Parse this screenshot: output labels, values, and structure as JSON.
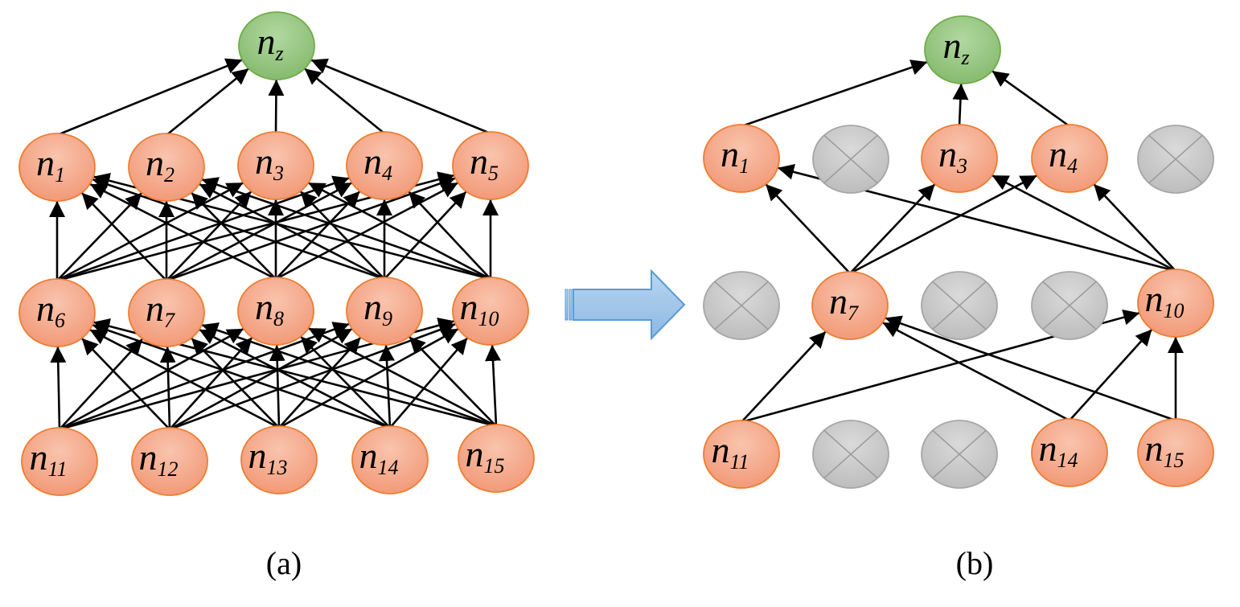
{
  "panel_a": {
    "caption": "(a)",
    "output": {
      "id": "z",
      "label": "n",
      "sub": "z"
    },
    "layer1": [
      {
        "id": "1",
        "label": "n",
        "sub": "1"
      },
      {
        "id": "2",
        "label": "n",
        "sub": "2"
      },
      {
        "id": "3",
        "label": "n",
        "sub": "3"
      },
      {
        "id": "4",
        "label": "n",
        "sub": "4"
      },
      {
        "id": "5",
        "label": "n",
        "sub": "5"
      }
    ],
    "layer2": [
      {
        "id": "6",
        "label": "n",
        "sub": "6"
      },
      {
        "id": "7",
        "label": "n",
        "sub": "7"
      },
      {
        "id": "8",
        "label": "n",
        "sub": "8"
      },
      {
        "id": "9",
        "label": "n",
        "sub": "9"
      },
      {
        "id": "10",
        "label": "n",
        "sub": "10"
      }
    ],
    "layer3": [
      {
        "id": "11",
        "label": "n",
        "sub": "11"
      },
      {
        "id": "12",
        "label": "n",
        "sub": "12"
      },
      {
        "id": "13",
        "label": "n",
        "sub": "13"
      },
      {
        "id": "14",
        "label": "n",
        "sub": "14"
      },
      {
        "id": "15",
        "label": "n",
        "sub": "15"
      }
    ],
    "connectivity": "fully-connected"
  },
  "panel_b": {
    "caption": "(b)",
    "output": {
      "id": "z",
      "label": "n",
      "sub": "z"
    },
    "layer1": [
      {
        "id": "1",
        "label": "n",
        "sub": "1",
        "dropped": false
      },
      {
        "id": "2",
        "dropped": true
      },
      {
        "id": "3",
        "label": "n",
        "sub": "3",
        "dropped": false
      },
      {
        "id": "4",
        "label": "n",
        "sub": "4",
        "dropped": false
      },
      {
        "id": "5",
        "dropped": true
      }
    ],
    "layer2": [
      {
        "id": "6",
        "dropped": true
      },
      {
        "id": "7",
        "label": "n",
        "sub": "7",
        "dropped": false
      },
      {
        "id": "8",
        "dropped": true
      },
      {
        "id": "9",
        "dropped": true
      },
      {
        "id": "10",
        "label": "n",
        "sub": "10",
        "dropped": false
      }
    ],
    "layer3": [
      {
        "id": "11",
        "label": "n",
        "sub": "11",
        "dropped": false
      },
      {
        "id": "12",
        "dropped": true
      },
      {
        "id": "13",
        "dropped": true
      },
      {
        "id": "14",
        "label": "n",
        "sub": "14",
        "dropped": false
      },
      {
        "id": "15",
        "label": "n",
        "sub": "15",
        "dropped": false
      }
    ],
    "edges": [
      [
        "1",
        "z"
      ],
      [
        "3",
        "z"
      ],
      [
        "4",
        "z"
      ],
      [
        "7",
        "1"
      ],
      [
        "7",
        "3"
      ],
      [
        "7",
        "4"
      ],
      [
        "10",
        "1"
      ],
      [
        "10",
        "3"
      ],
      [
        "10",
        "4"
      ],
      [
        "11",
        "7"
      ],
      [
        "11",
        "10"
      ],
      [
        "14",
        "7"
      ],
      [
        "14",
        "10"
      ],
      [
        "15",
        "7"
      ],
      [
        "15",
        "10"
      ]
    ]
  },
  "arrow_icon": "right-arrow-icon",
  "colors": {
    "active_fill": "#f5a98a",
    "active_stroke": "#ed7d31",
    "output_fill": "#93c47d",
    "output_stroke": "#70ad47",
    "dropped_fill": "#c9c9c9",
    "dropped_stroke": "#a6a6a6",
    "arrow_fill": "#9dc3e6",
    "arrow_stroke": "#5b9bd5",
    "edge": "#000000"
  }
}
